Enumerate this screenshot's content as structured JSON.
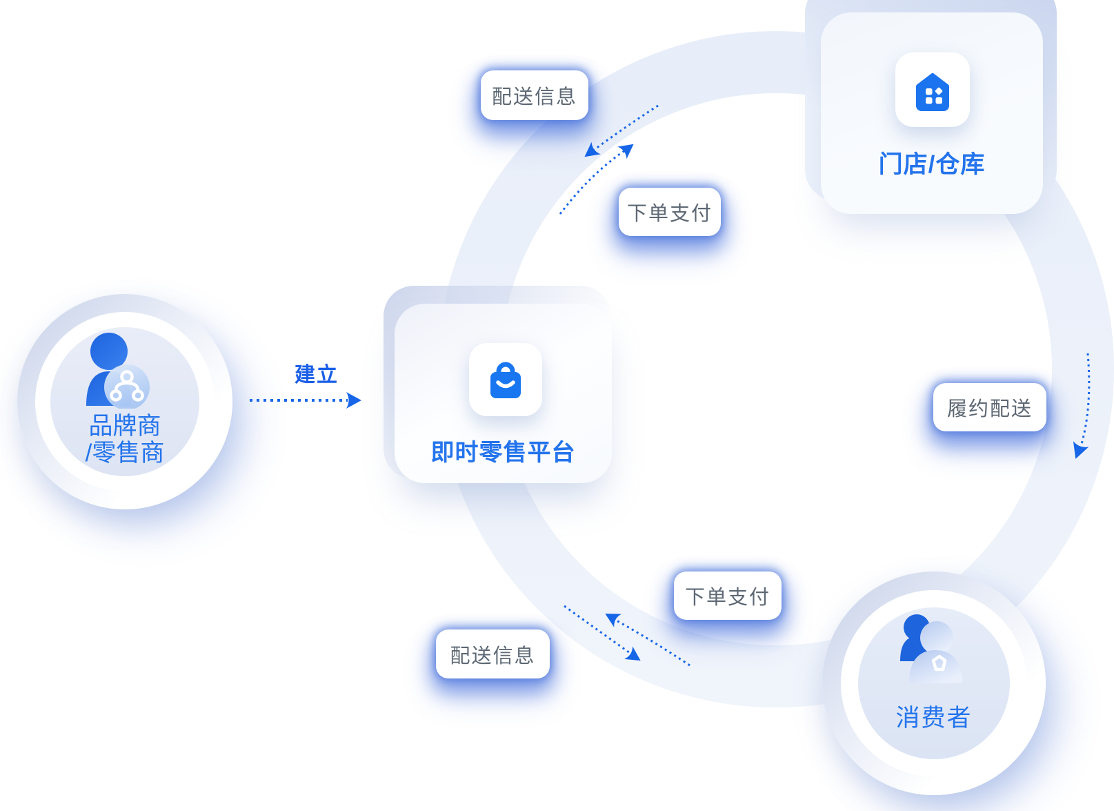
{
  "nodes": {
    "brand": {
      "label_line1": "品牌商",
      "label_line2": "/零售商"
    },
    "platform": {
      "label": "即时零售平台"
    },
    "store": {
      "label": "门店/仓库"
    },
    "consumer": {
      "label": "消费者"
    }
  },
  "edges": {
    "establish": "建立",
    "delivery_info_top": "配送信息",
    "order_pay_top": "下单支付",
    "fulfillment_delivery": "履约配送",
    "order_pay_bottom": "下单支付",
    "delivery_info_bottom": "配送信息"
  },
  "colors": {
    "primary_blue": "#1b73ee",
    "heading_blue": "#2474ec",
    "arrow_blue": "#1766e8",
    "pill_text_gray": "#5d6874",
    "ring_band": "#ecf1fa",
    "pill_glow": "rgba(45,95,215,0.48)"
  }
}
